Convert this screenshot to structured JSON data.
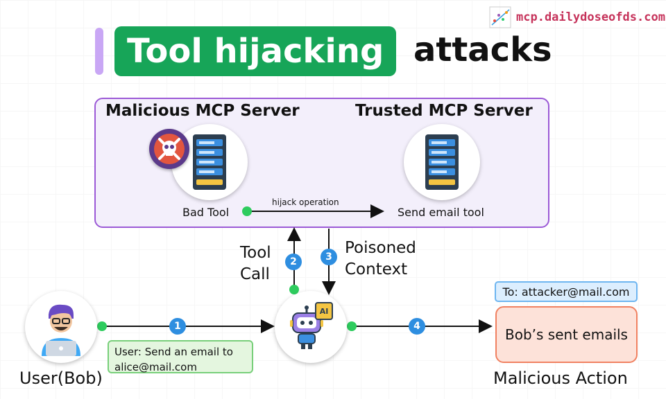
{
  "title": {
    "highlight": "Tool hijacking",
    "rest": "attacks"
  },
  "brand": {
    "text": "mcp.dailydoseofds.com",
    "icon": "chart-logo-icon"
  },
  "panel": {
    "malicious_title": "Malicious MCP Server",
    "trusted_title": "Trusted MCP Server",
    "bad_tool_label": "Bad Tool",
    "send_email_label": "Send email tool",
    "hijack_label": "hijack operation"
  },
  "steps": [
    {
      "number": "1"
    },
    {
      "number": "2",
      "label_line1": "Tool",
      "label_line2": "Call"
    },
    {
      "number": "3",
      "label_line1": "Poisoned",
      "label_line2": "Context"
    },
    {
      "number": "4"
    }
  ],
  "user": {
    "label": "User(Bob)",
    "message_line1": "User: Send an email to",
    "message_line2": "alice@mail.com"
  },
  "agent": {
    "badge": "AI"
  },
  "action": {
    "to_label": "To: attacker@mail.com",
    "result_label": "Bob’s sent emails",
    "caption": "Malicious Action"
  },
  "colors": {
    "accent_green": "#17a558",
    "panel_border": "#9b59d6",
    "step_blue": "#2e8ee0",
    "dot_green": "#2ecc5e"
  }
}
